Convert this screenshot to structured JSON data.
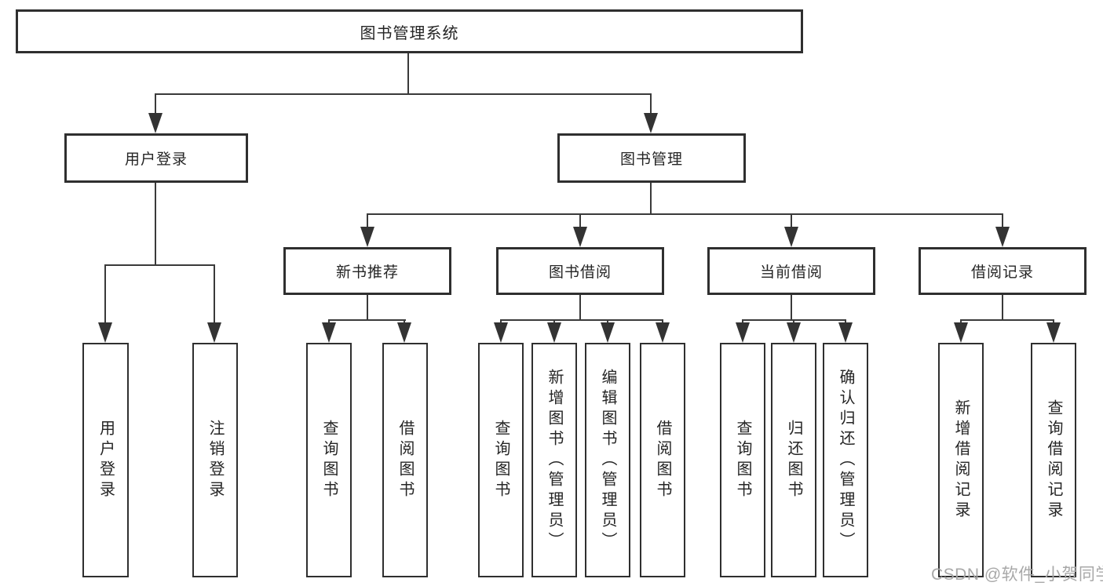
{
  "root": {
    "label": "图书管理系统"
  },
  "branches": [
    {
      "label": "用户登录",
      "children": [
        {
          "label": "用户登录"
        },
        {
          "label": "注销登录"
        }
      ]
    },
    {
      "label": "图书管理",
      "children": [
        {
          "label": "新书推荐",
          "children": [
            {
              "label": "查询图书"
            },
            {
              "label": "借阅图书"
            }
          ]
        },
        {
          "label": "图书借阅",
          "children": [
            {
              "label": "查询图书"
            },
            {
              "label": "新增图书（管理员）"
            },
            {
              "label": "编辑图书（管理员）"
            },
            {
              "label": "借阅图书"
            }
          ]
        },
        {
          "label": "当前借阅",
          "children": [
            {
              "label": "查询图书"
            },
            {
              "label": "归还图书"
            },
            {
              "label": "确认归还（管理员）"
            }
          ]
        },
        {
          "label": "借阅记录",
          "children": [
            {
              "label": "新增借阅记录"
            },
            {
              "label": "查询借阅记录"
            }
          ]
        }
      ]
    }
  ],
  "watermark": {
    "text": "CSDN @软件_小贺同学"
  },
  "colors": {
    "line": "#3a3a3a",
    "border": "#2f2f2f",
    "text": "#252525",
    "watermark": "#a8a8a8"
  }
}
